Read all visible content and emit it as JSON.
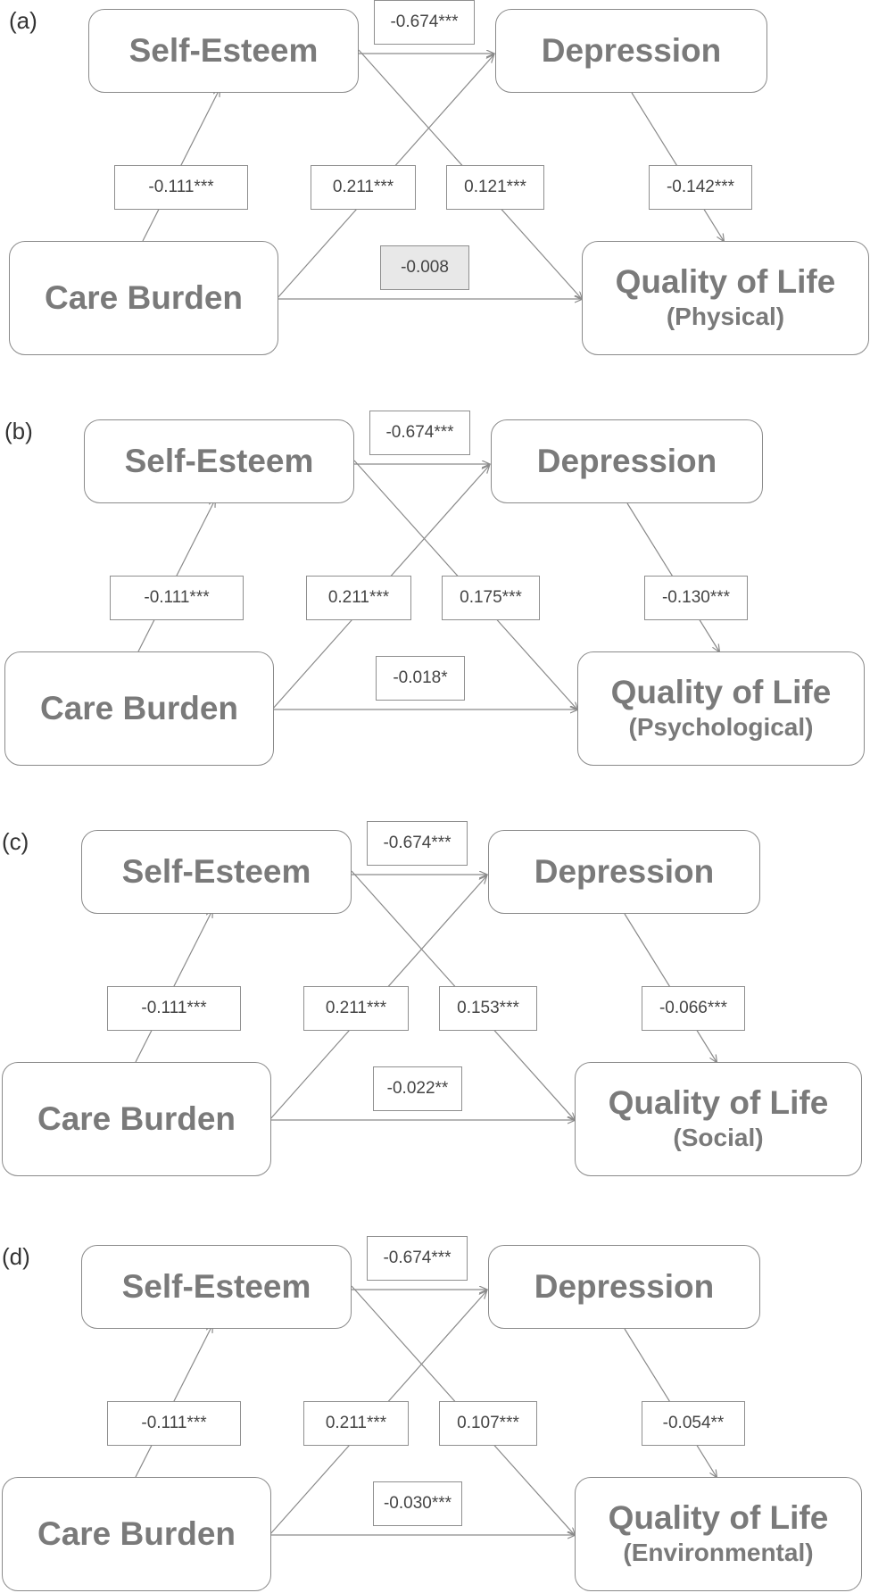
{
  "panels": [
    {
      "label": "(a)",
      "self_esteem": "Self-Esteem",
      "depression": "Depression",
      "care_burden": "Care Burden",
      "qol_title": "Quality of Life",
      "qol_domain": "(Physical)",
      "coef_se_dep": "-0.674***",
      "coef_cb_se": "-0.111***",
      "coef_cb_dep": "0.211***",
      "coef_se_qol": "0.121***",
      "coef_dep_qol": "-0.142***",
      "coef_cb_qol": "-0.008"
    },
    {
      "label": "(b)",
      "self_esteem": "Self-Esteem",
      "depression": "Depression",
      "care_burden": "Care Burden",
      "qol_title": "Quality of Life",
      "qol_domain": "(Psychological)",
      "coef_se_dep": "-0.674***",
      "coef_cb_se": "-0.111***",
      "coef_cb_dep": "0.211***",
      "coef_se_qol": "0.175***",
      "coef_dep_qol": "-0.130***",
      "coef_cb_qol": "-0.018*"
    },
    {
      "label": "(c)",
      "self_esteem": "Self-Esteem",
      "depression": "Depression",
      "care_burden": "Care Burden",
      "qol_title": "Quality of Life",
      "qol_domain": "(Social)",
      "coef_se_dep": "-0.674***",
      "coef_cb_se": "-0.111***",
      "coef_cb_dep": "0.211***",
      "coef_se_qol": "0.153***",
      "coef_dep_qol": "-0.066***",
      "coef_cb_qol": "-0.022**"
    },
    {
      "label": "(d)",
      "self_esteem": "Self-Esteem",
      "depression": "Depression",
      "care_burden": "Care Burden",
      "qol_title": "Quality of Life",
      "qol_domain": "(Environmental)",
      "coef_se_dep": "-0.674***",
      "coef_cb_se": "-0.111***",
      "coef_cb_dep": "0.211***",
      "coef_se_qol": "0.107***",
      "coef_dep_qol": "-0.054**",
      "coef_cb_qol": "-0.030***"
    }
  ],
  "colors": {
    "node_text": "#7a7a7a",
    "border": "#8a8a8a",
    "arrow": "#8a8a8a",
    "nonsignificant_fill": "#e8e8e8"
  }
}
